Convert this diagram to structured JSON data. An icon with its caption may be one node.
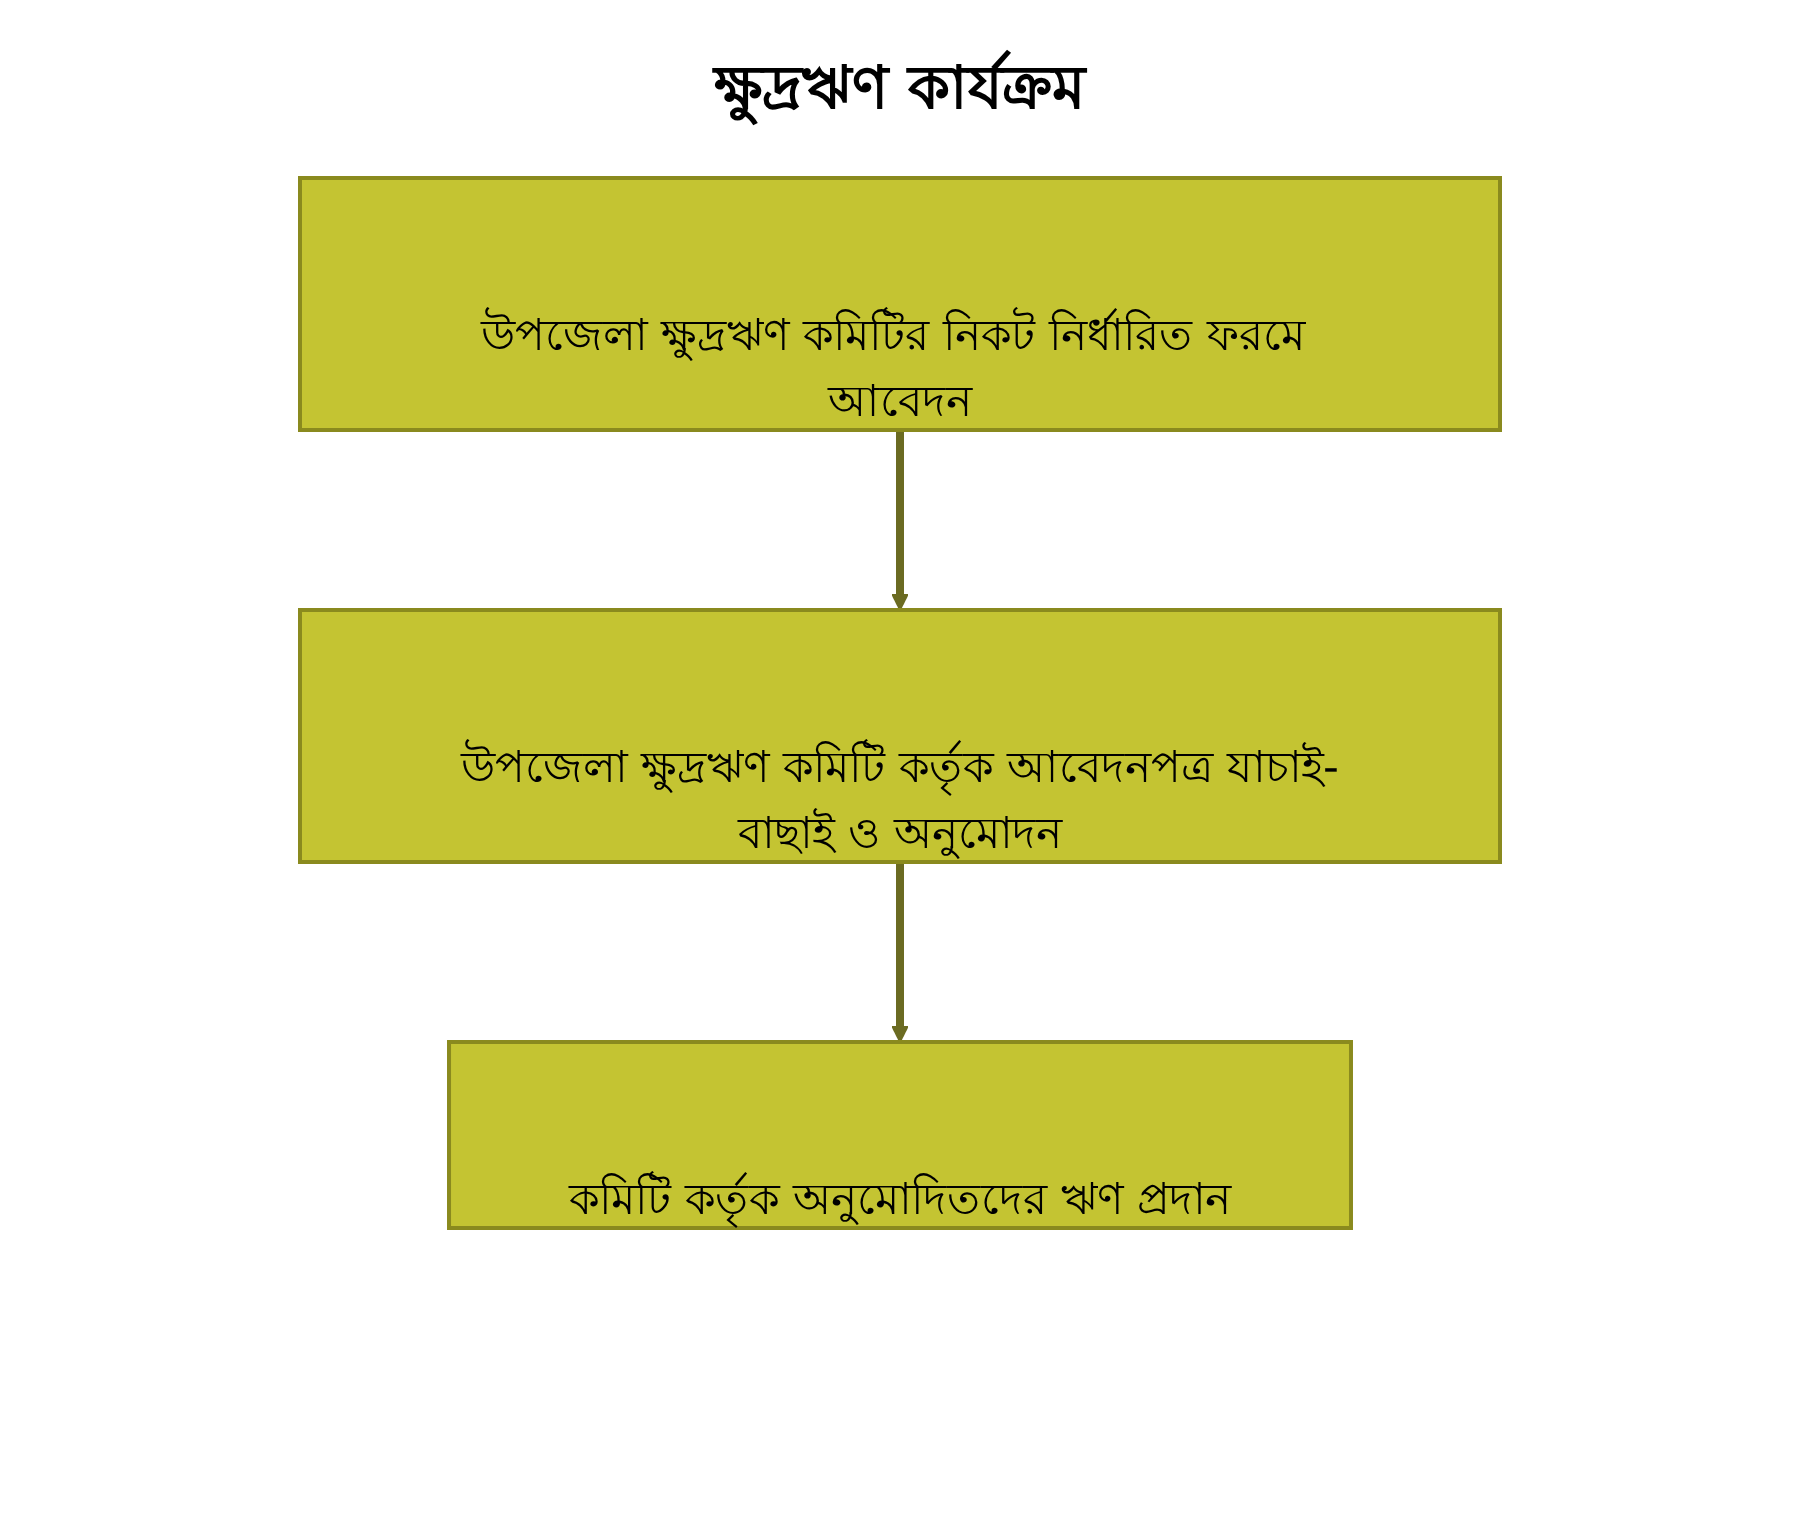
{
  "diagram": {
    "title": "ক্ষুদ্রঋণ কার্যক্রম",
    "nodes": [
      {
        "text": [
          "উপজেলা ক্ষুদ্রঋণ কমিটির নিকট নির্ধারিত ফরমে আবেদন"
        ]
      },
      {
        "text": [
          "উপজেলা ক্ষুদ্রঋণ কমিটি কর্তৃক আবেদনপত্র যাচাই-বাছাই ও অনুমোদন"
        ]
      },
      {
        "text": [
          "কমিটি কর্তৃক অনুমোদিতদের ঋণ প্রদান"
        ]
      }
    ],
    "edges": [
      {
        "from": 0,
        "to": 1,
        "arrow": "to"
      },
      {
        "from": 1,
        "to": 2,
        "arrow": "to"
      }
    ]
  }
}
